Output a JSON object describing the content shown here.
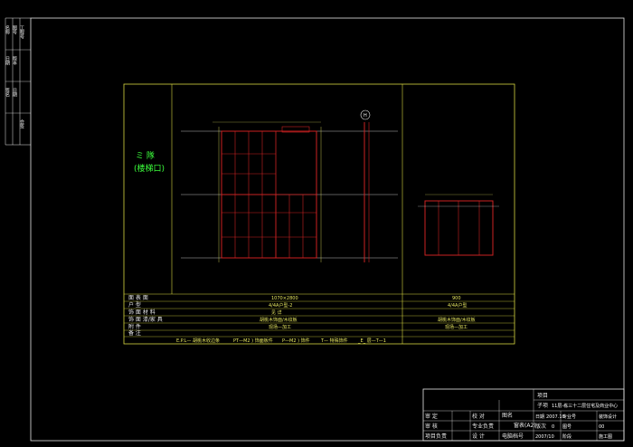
{
  "sidebar": {
    "labels": [
      "名称",
      "图号",
      "工程号",
      "日期",
      "版本",
      "签名",
      "日期",
      "会签"
    ]
  },
  "annotation": {
    "room_line1": "ミ 隊",
    "room_line2": "(楼梯口)"
  },
  "grid_marker": "H",
  "spec_table": {
    "rows": [
      {
        "label": "面 表 面",
        "left": "1070×2800",
        "right": "900"
      },
      {
        "label": "户 型",
        "left": "4/4A户型-2",
        "right": "4/4A户型"
      },
      {
        "label": "饰 面 材 料",
        "left": "见 详",
        "right": ""
      },
      {
        "label": "饰 面 漆/家 具",
        "left": "胡桃木饰面/木纹板",
        "right": "胡桃木饰面/木纹板"
      },
      {
        "label": "附 件",
        "left": "现场—加工",
        "right": "现场—加工"
      },
      {
        "label": "备 注",
        "left": "",
        "right": ""
      }
    ],
    "legend": [
      "E.P.L— 胡桃木收边条",
      "PT—M2 )  饰面板件",
      "P—M2 ) 饰件",
      "T— 特殊饰件",
      "_E_ 层—T—1"
    ]
  },
  "title_block": {
    "project_label": "项目",
    "subproject_label": "子项",
    "subproject_value": "11层-栋三十二层住宅及商业中心",
    "drawing_name_label": "图名",
    "drawing_name_value": "窗表(A2)",
    "discipline": "专业号",
    "discipline_value": "装饰设计",
    "drawing_no_label": "图号",
    "drawing_no_value": "00",
    "stage_label": "阶段",
    "stage_value": "施工图",
    "date_label": "日期",
    "date_value": "2007.10",
    "roles": [
      {
        "label": "审 定",
        "value": "校 对"
      },
      {
        "label": "审 核",
        "value": "专业负责"
      },
      {
        "label": "项目负责",
        "value": "设 计"
      }
    ],
    "cad_label": "电脑档号",
    "cad_value": "2007/10",
    "version_label": "版次",
    "version_value": "0"
  }
}
